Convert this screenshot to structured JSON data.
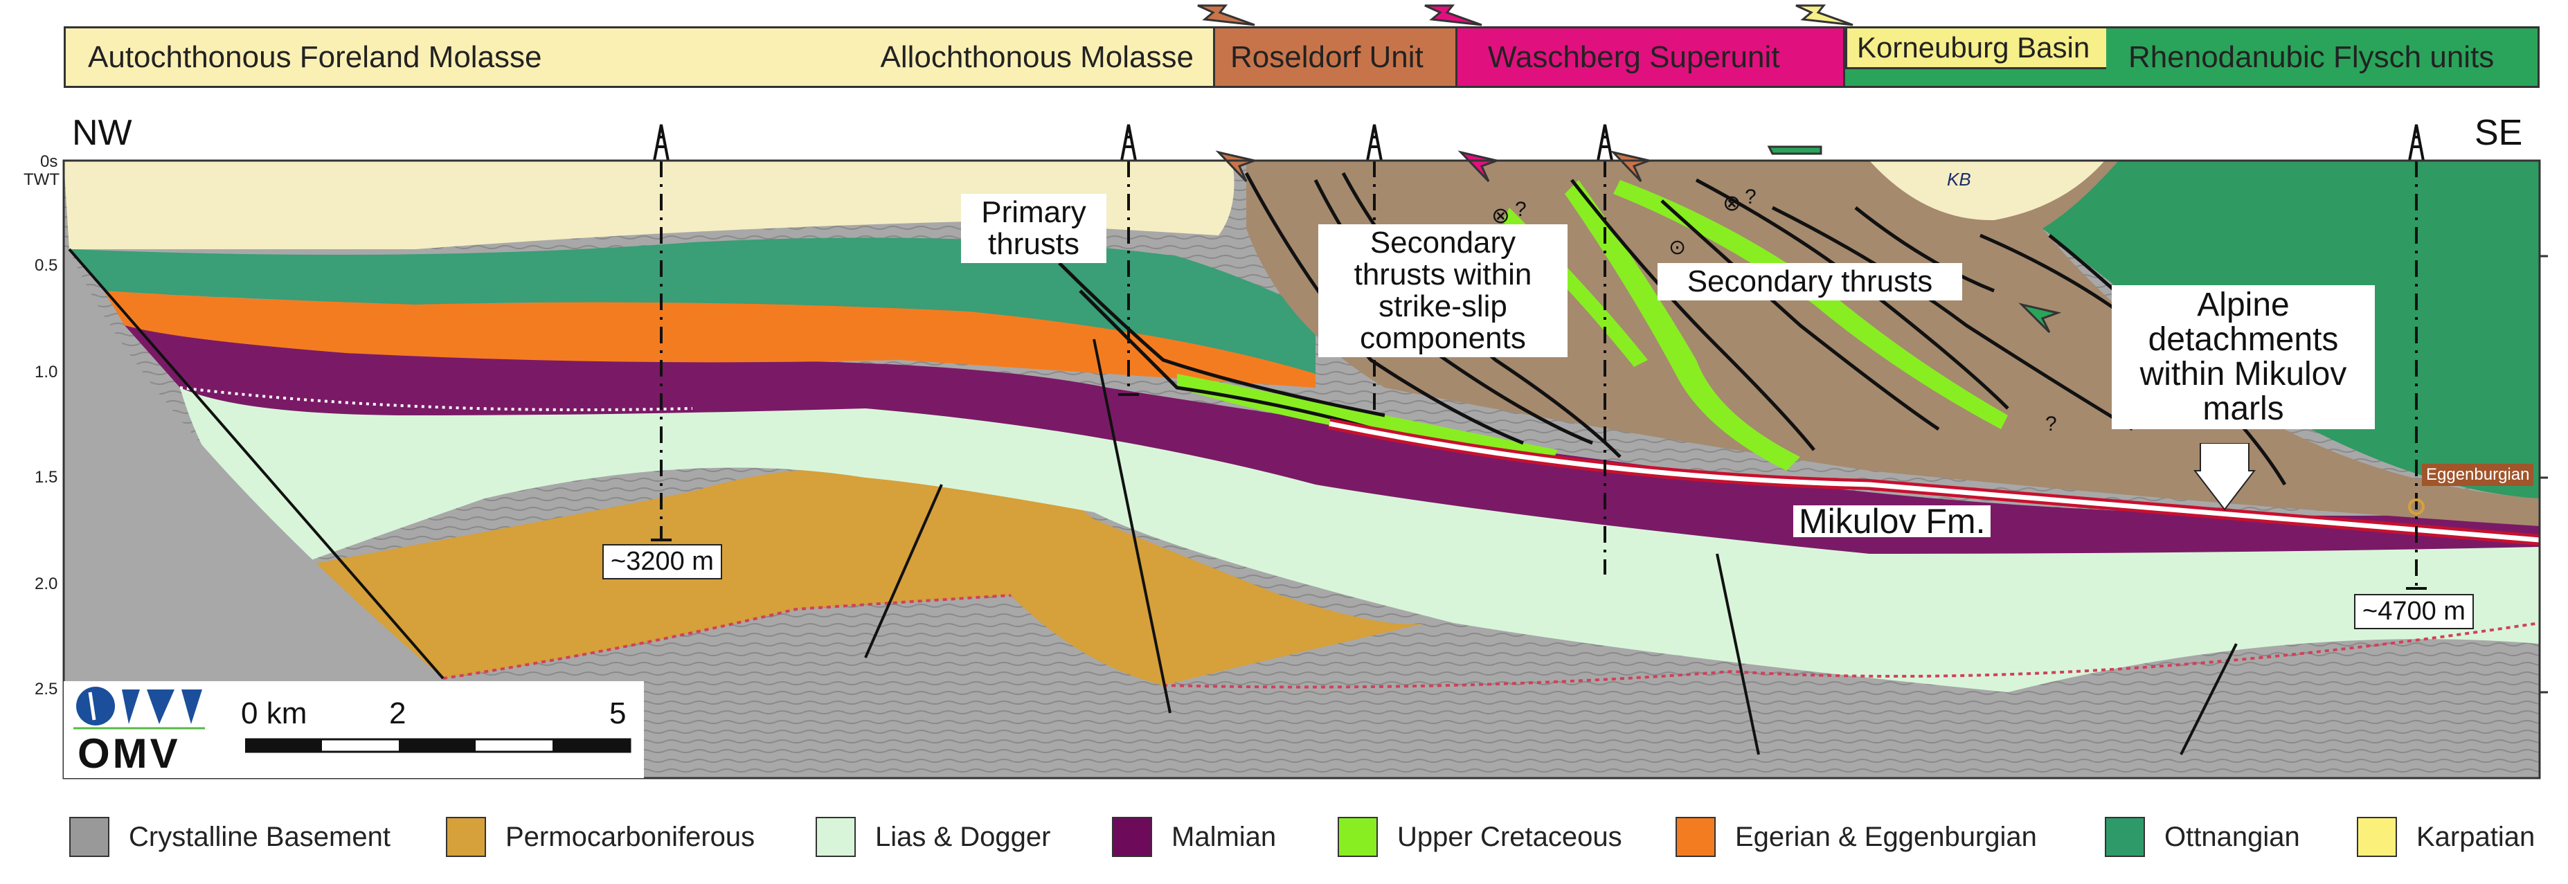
{
  "units": {
    "foreland_molasse": "Autochthonous Foreland Molasse",
    "allochthonous_molasse": "Allochthonous Molasse",
    "roseldorf": "Roseldorf Unit",
    "waschberg": "Waschberg Superunit",
    "korneuburg": "Korneuburg Basin",
    "rhenodanubic": "Rhenodanubic Flysch units"
  },
  "orientation": {
    "left": "NW",
    "right": "SE"
  },
  "time_axis": {
    "top_label": "0s",
    "unit": "TWT",
    "ticks": [
      "0.5",
      "1.0",
      "1.5",
      "2.0",
      "2.5"
    ]
  },
  "annotations": {
    "primary_thrusts": "Primary thrusts",
    "secondary_strike_slip": "Secondary thrusts within strike-slip components",
    "secondary_thrusts": "Secondary thrusts",
    "alpine_detachments": "Alpine detachments within Mikulov marls",
    "mikulov": "Mikulov Fm.",
    "kb": "KB",
    "eggenburgian": "Eggenburgian",
    "depth_left": "~3200 m",
    "depth_right": "~4700 m",
    "question_mark": "?"
  },
  "scale_bar": {
    "zero": "0 km",
    "mid": "2",
    "max": "5"
  },
  "logo": {
    "text": "OMV"
  },
  "legend": [
    {
      "label": "Crystalline Basement",
      "color": "#999999"
    },
    {
      "label": "Permocarboniferous",
      "color": "#d6a03a"
    },
    {
      "label": "Lias & Dogger",
      "color": "#d8f5da"
    },
    {
      "label": "Malmian",
      "color": "#6e0a5a"
    },
    {
      "label": "Upper Cretaceous",
      "color": "#88ee22"
    },
    {
      "label": "Egerian & Eggenburgian",
      "color": "#f47c20"
    },
    {
      "label": "Ottnangian",
      "color": "#2e9a6a"
    },
    {
      "label": "Karpatian",
      "color": "#fbf07a"
    }
  ],
  "colors": {
    "foreland_bar": "#fbf0b4",
    "roseldorf_bar": "#c8744a",
    "waschberg_bar": "#e0107e",
    "korneuburg_bar": "#f6ef8a",
    "rhenodanubic_bar": "#2aa45a"
  }
}
